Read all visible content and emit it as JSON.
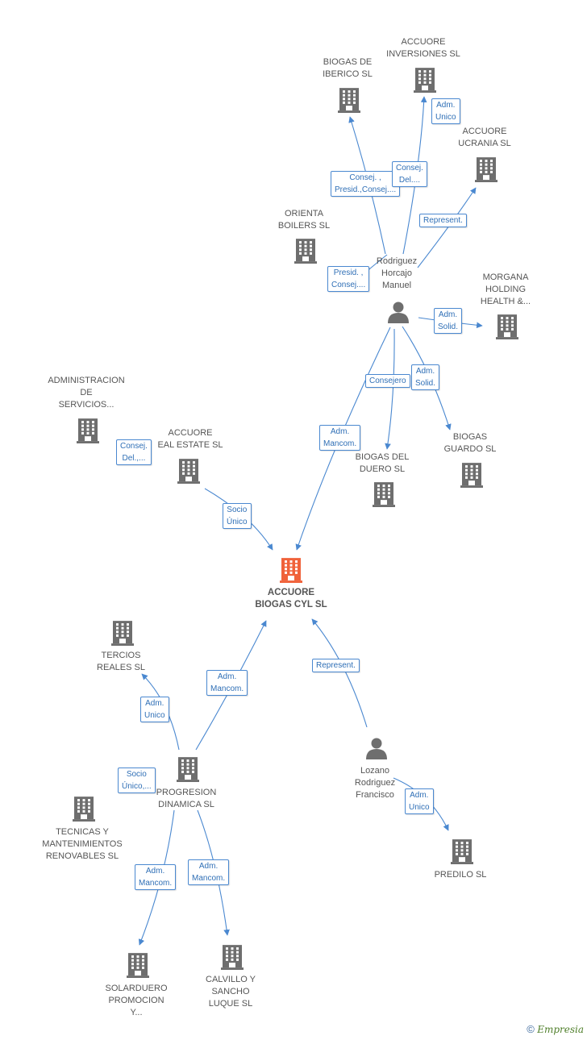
{
  "colors": {
    "edge": "#4a88d0",
    "building": "#6e6e6e",
    "main_building": "#f0623a",
    "person": "#6e6e6e"
  },
  "nodes": [
    {
      "id": "main",
      "type": "company",
      "label": "ACCUORE\nBIOGAS CYL SL",
      "main": true
    },
    {
      "id": "biogas_iberico",
      "type": "company",
      "label": "BIOGAS DE\nIBERICO SL"
    },
    {
      "id": "accuore_inversiones",
      "type": "company",
      "label": "ACCUORE\nINVERSIONES SL"
    },
    {
      "id": "accuore_ucrania",
      "type": "company",
      "label": "ACCUORE\nUCRANIA SL"
    },
    {
      "id": "orienta",
      "type": "company",
      "label": "ORIENTA\nBOILERS SL"
    },
    {
      "id": "rodriguez",
      "type": "person",
      "label": "Rodriguez\nHorcajo\nManuel"
    },
    {
      "id": "morgana",
      "type": "company",
      "label": "MORGANA\nHOLDING\nHEALTH &..."
    },
    {
      "id": "administracion",
      "type": "company",
      "label": "ADMINISTRACION\nDE\nSERVICIOS..."
    },
    {
      "id": "accuore_real",
      "type": "company",
      "label": "ACCUORE\nEAL ESTATE SL"
    },
    {
      "id": "biogas_duero",
      "type": "company",
      "label": "BIOGAS DEL\nDUERO SL"
    },
    {
      "id": "biogas_guardo",
      "type": "company",
      "label": "BIOGAS\nGUARDO SL"
    },
    {
      "id": "tercios",
      "type": "company",
      "label": "TERCIOS\nREALES SL"
    },
    {
      "id": "progresion",
      "type": "company",
      "label": "PROGRESION\nDINAMICA SL"
    },
    {
      "id": "tecnicas",
      "type": "company",
      "label": "TECNICAS Y\nMANTENIMIENTOS\nRENOVABLES SL"
    },
    {
      "id": "lozano",
      "type": "person",
      "label": "Lozano\nRodriguez\nFrancisco"
    },
    {
      "id": "predilo",
      "type": "company",
      "label": "PREDILO SL"
    },
    {
      "id": "solarduero",
      "type": "company",
      "label": "SOLARDUERO\nPROMOCION\nY..."
    },
    {
      "id": "calvillo",
      "type": "company",
      "label": "CALVILLO Y\nSANCHO\nLUQUE SL"
    }
  ],
  "edges": [
    {
      "label": "Consej. ,\nPresid.,Consej...."
    },
    {
      "label": "Consej.\nDel...."
    },
    {
      "label": "Adm.\nUnico"
    },
    {
      "label": "Represent."
    },
    {
      "label": "Presid. ,\nConsej...."
    },
    {
      "label": "Adm.\nSolid."
    },
    {
      "label": "Consejero"
    },
    {
      "label": "Adm.\nSolid."
    },
    {
      "label": "Adm.\nMancom."
    },
    {
      "label": "Consej.\nDel.,..."
    },
    {
      "label": "Socio\nÚnico"
    },
    {
      "label": "Adm.\nMancom."
    },
    {
      "label": "Represent."
    },
    {
      "label": "Adm.\nUnico"
    },
    {
      "label": "Socio\nÚnico,..."
    },
    {
      "label": "Adm.\nUnico"
    },
    {
      "label": "Adm.\nMancom."
    },
    {
      "label": "Adm.\nMancom."
    }
  ],
  "footer": {
    "copyright": "©",
    "brand": "Empresia"
  }
}
